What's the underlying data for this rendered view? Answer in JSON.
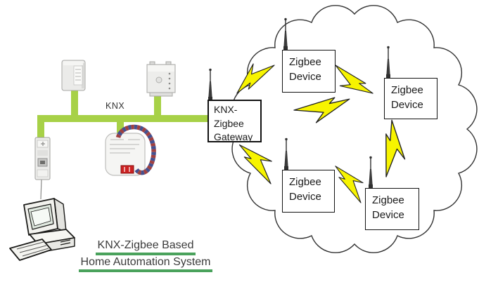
{
  "diagram_title": {
    "line1": "KNX-Zigbee Based",
    "line2": "Home Automation System"
  },
  "knx_bus": {
    "label": "KNX"
  },
  "gateway": {
    "label": "KNX-\nZigbee\nGateway"
  },
  "zigbee_devices": [
    {
      "position": "top-left",
      "label": "Zigbee\nDevice"
    },
    {
      "position": "top-right",
      "label": "Zigbee\nDevice"
    },
    {
      "position": "bottom-left",
      "label": "Zigbee\nDevice"
    },
    {
      "position": "bottom-right",
      "label": "Zigbee\nDevice"
    }
  ],
  "icons": {
    "cloud": "zigbee-network-cloud",
    "lightning": "lightning-bolt-icon",
    "antenna": "antenna-icon",
    "computer": "desktop-computer-icon",
    "knx_wall_device": "knx-wall-device-icon",
    "knx_din_module": "knx-din-rail-module-icon",
    "knx_usb_interface": "knx-usb-interface-icon",
    "knx_flush_actuator": "knx-flush-actuator-icon"
  },
  "colors": {
    "knx_bus_green": "#a7d147",
    "lightning_yellow": "#f7f400",
    "title_underline_green": "#4aa25c",
    "node_border": "#121212",
    "cloud_outline": "#333333"
  }
}
